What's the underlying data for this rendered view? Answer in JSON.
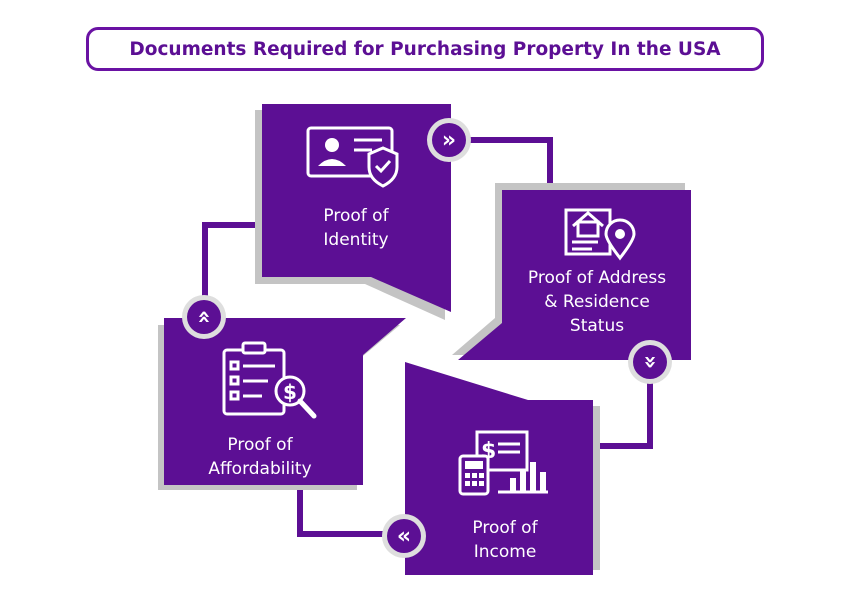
{
  "title": "Documents Required for Purchasing Property In the USA",
  "colors": {
    "primary": "#5c0f94",
    "shadow": "#c4c4c4",
    "badge_ring": "#dedede",
    "text": "#ffffff"
  },
  "steps": [
    {
      "line1": "Proof of",
      "line2": "Identity",
      "line3": "",
      "icon": "id-card-shield-icon"
    },
    {
      "line1": "Proof of Address",
      "line2": "& Residence",
      "line3": "Status",
      "icon": "house-document-location-icon"
    },
    {
      "line1": "Proof of",
      "line2": "Income",
      "line3": "",
      "icon": "invoice-calculator-chart-icon"
    },
    {
      "line1": "Proof of",
      "line2": "Affordability",
      "line3": "",
      "icon": "clipboard-checklist-dollar-icon"
    }
  ],
  "badges": [
    {
      "glyph": "»",
      "icon": "double-chevron-right-icon"
    },
    {
      "glyph": "»",
      "icon": "double-chevron-down-icon"
    },
    {
      "glyph": "«",
      "icon": "double-chevron-left-icon"
    },
    {
      "glyph": "»",
      "icon": "double-chevron-up-icon"
    }
  ]
}
